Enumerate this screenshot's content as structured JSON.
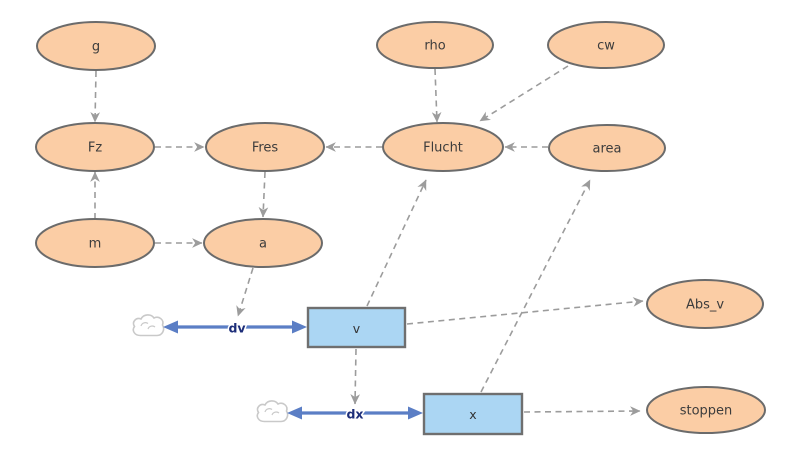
{
  "variables": {
    "g": "g",
    "rho": "rho",
    "cw": "cw",
    "fz": "Fz",
    "fres": "Fres",
    "flucht": "Flucht",
    "area": "area",
    "m": "m",
    "a": "a",
    "abs_v": "Abs_v",
    "stoppen": "stoppen"
  },
  "stocks": {
    "v": "v",
    "x": "x"
  },
  "flows": {
    "dv": "dv",
    "dx": "dx"
  },
  "links": [
    {
      "from": "g",
      "to": "Fz"
    },
    {
      "from": "m",
      "to": "Fz"
    },
    {
      "from": "m",
      "to": "a"
    },
    {
      "from": "Fz",
      "to": "Fres"
    },
    {
      "from": "Flucht",
      "to": "Fres"
    },
    {
      "from": "Fres",
      "to": "a"
    },
    {
      "from": "a",
      "to": "dv"
    },
    {
      "from": "rho",
      "to": "Flucht"
    },
    {
      "from": "cw",
      "to": "Flucht"
    },
    {
      "from": "area",
      "to": "Flucht"
    },
    {
      "from": "v",
      "to": "Flucht"
    },
    {
      "from": "x",
      "to": "area"
    },
    {
      "from": "v",
      "to": "Abs_v"
    },
    {
      "from": "v",
      "to": "dx"
    },
    {
      "from": "x",
      "to": "stoppen"
    }
  ],
  "colors": {
    "variable_fill": "#fbcda5",
    "variable_stroke": "#6b6b6b",
    "stock_fill": "#abd6f3",
    "stock_stroke": "#6f6f6f",
    "link": "#9c9c9c",
    "flow": "#5b7ec5",
    "flow_label": "#1c2d78",
    "cloud_stroke": "#c9c9c9",
    "background": "#ffffff"
  }
}
